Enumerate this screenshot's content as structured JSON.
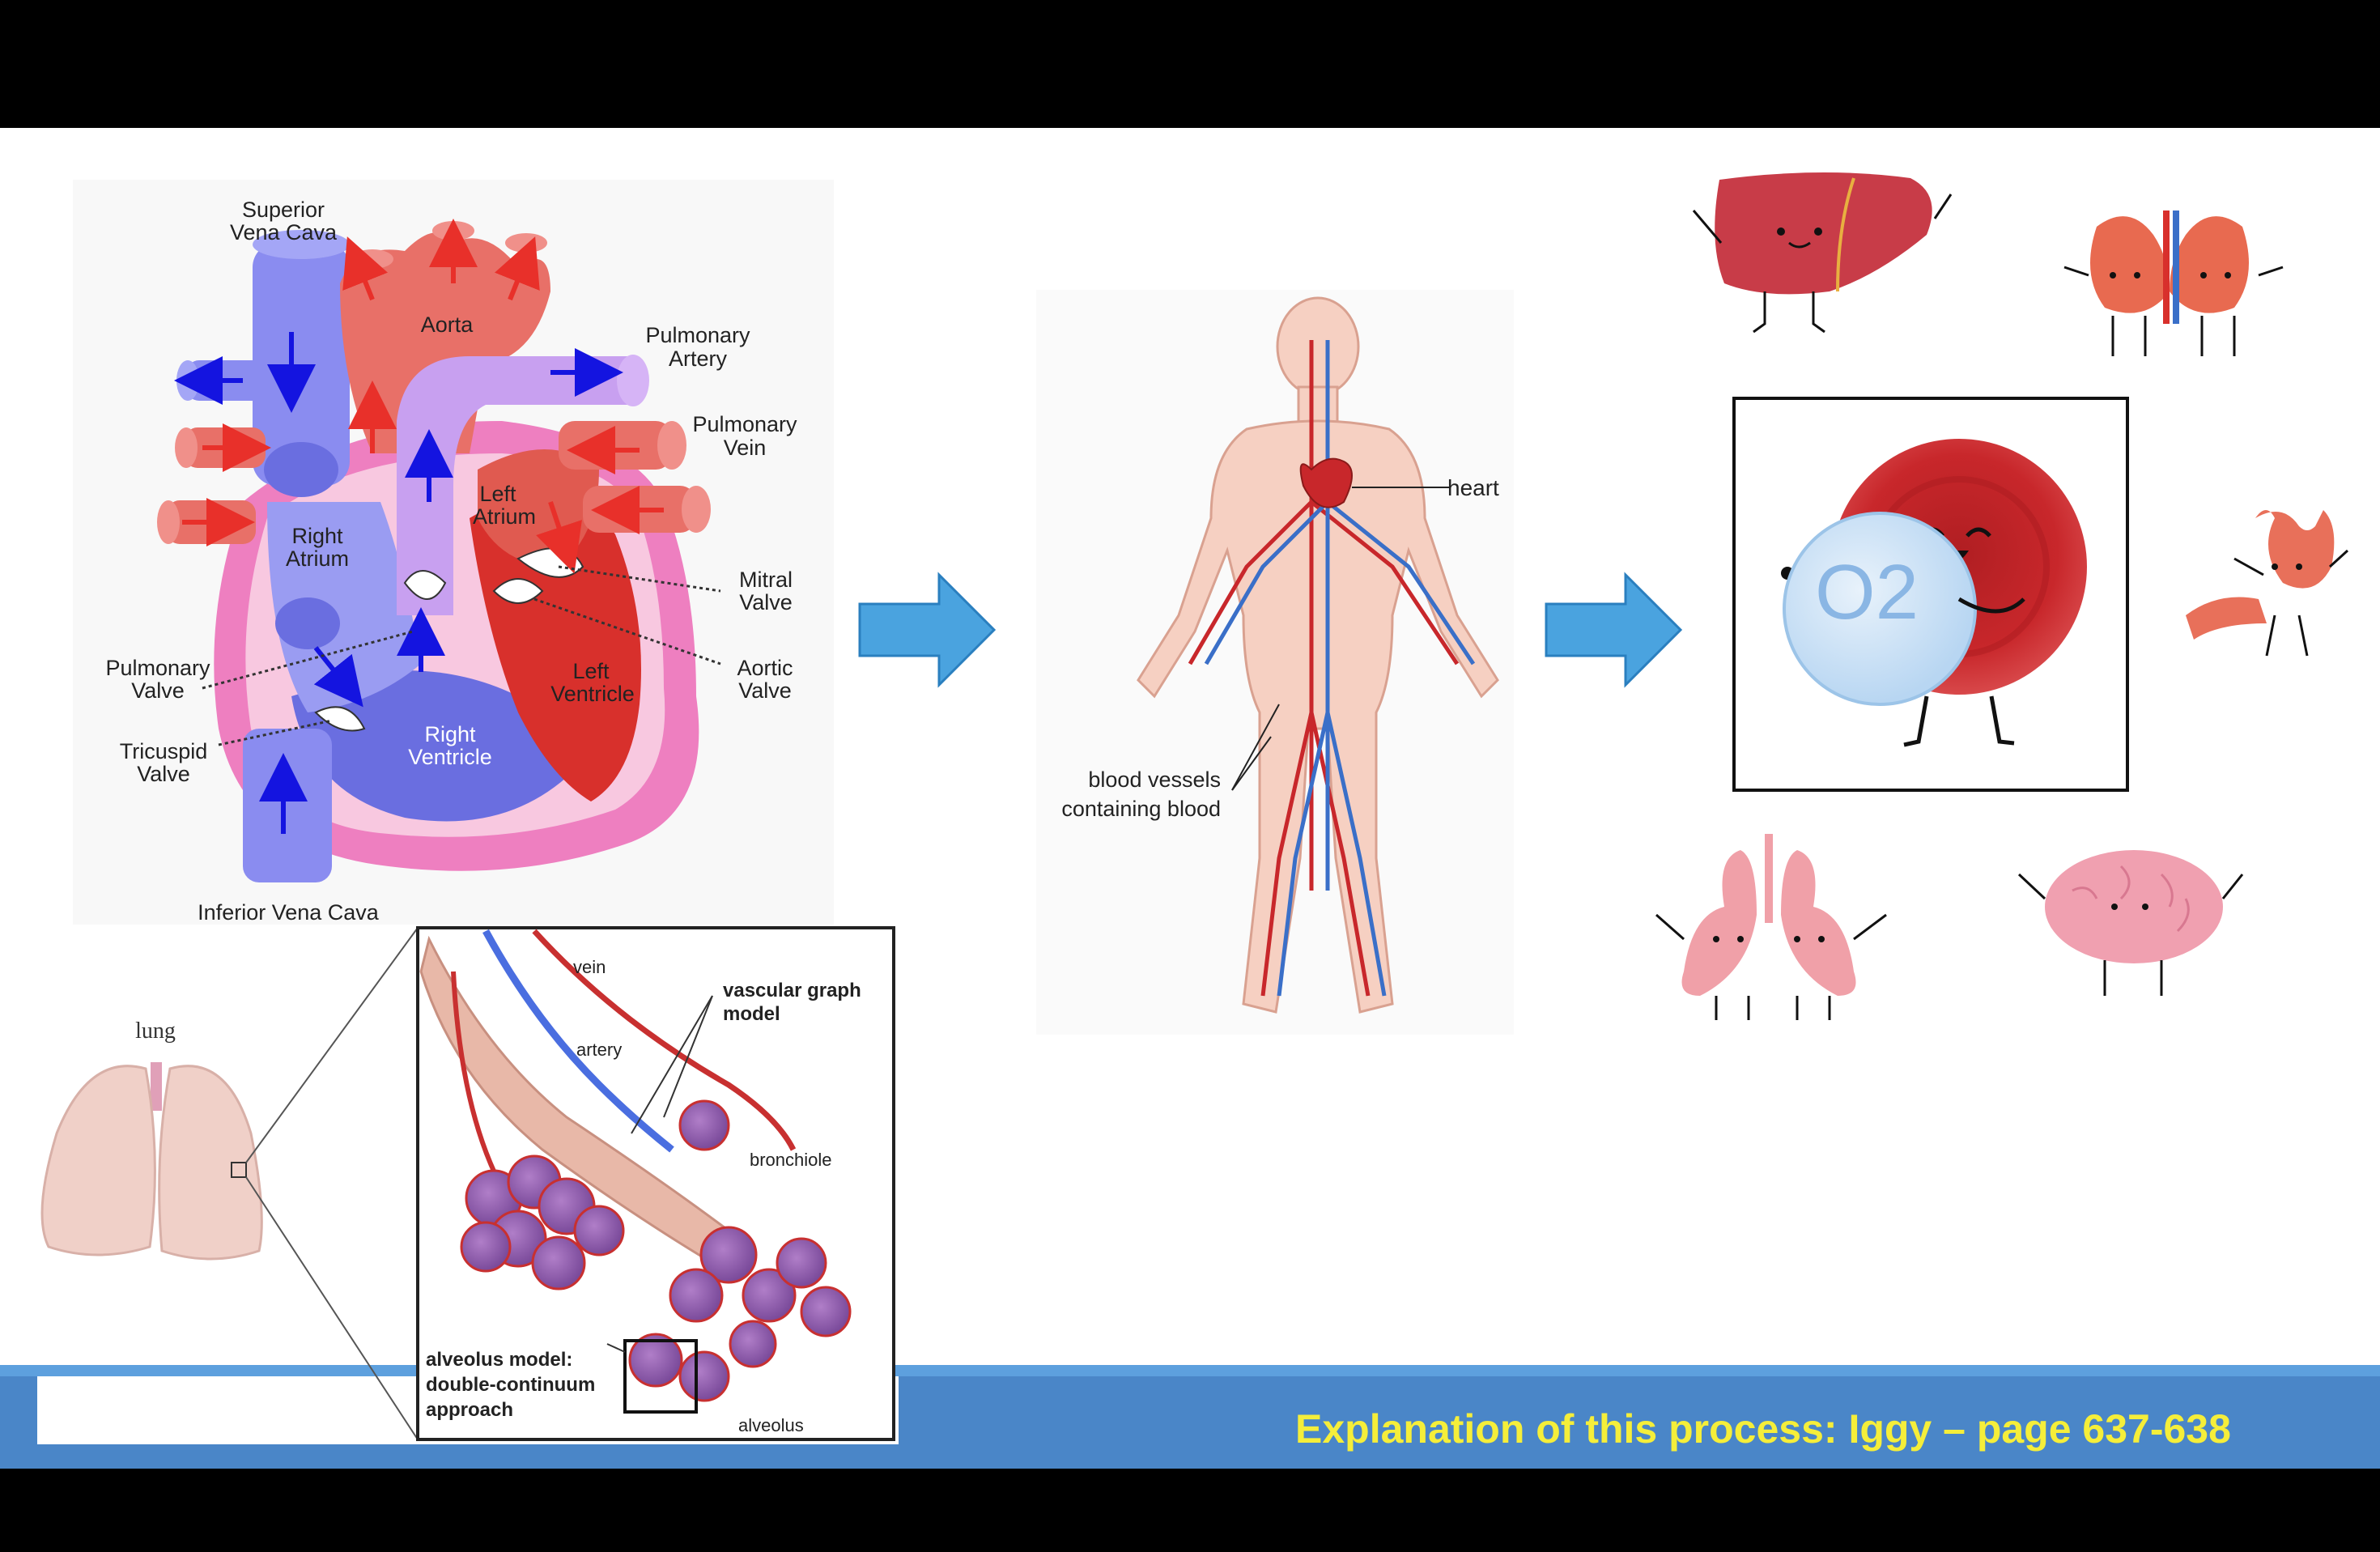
{
  "heart": {
    "labels": {
      "superior_vena_cava_1": "Superior",
      "superior_vena_cava_2": "Vena Cava",
      "aorta": "Aorta",
      "pulmonary_artery_1": "Pulmonary",
      "pulmonary_artery_2": "Artery",
      "pulmonary_vein_1": "Pulmonary",
      "pulmonary_vein_2": "Vein",
      "left_atrium_1": "Left",
      "left_atrium_2": "Atrium",
      "right_atrium_1": "Right",
      "right_atrium_2": "Atrium",
      "mitral_valve_1": "Mitral",
      "mitral_valve_2": "Valve",
      "aortic_valve_1": "Aortic",
      "aortic_valve_2": "Valve",
      "left_ventricle_1": "Left",
      "left_ventricle_2": "Ventricle",
      "pulmonary_valve_1": "Pulmonary",
      "pulmonary_valve_2": "Valve",
      "tricuspid_valve_1": "Tricuspid",
      "tricuspid_valve_2": "Valve",
      "right_ventricle_1": "Right",
      "right_ventricle_2": "Ventricle",
      "inferior_vena_cava": "Inferior Vena Cava"
    }
  },
  "lung": {
    "labels": {
      "lung": "lung",
      "vein": "vein",
      "artery": "artery",
      "vascular_graph_1": "vascular graph",
      "vascular_graph_2": "model",
      "bronchiole": "bronchiole",
      "alveolus_model_1": "alveolus model:",
      "alveolus_model_2": "double-continuum",
      "alveolus_model_3": "approach",
      "alveolus": "alveolus"
    }
  },
  "body": {
    "labels": {
      "heart": "heart",
      "vessels_1": "blood vessels",
      "vessels_2": "containing blood"
    }
  },
  "oxygen_label": "O2",
  "footer": {
    "text": "Explanation of this process: Iggy – page 637-638",
    "bar_color": "#4a86c8",
    "text_color": "#f5ee3a"
  },
  "colors": {
    "arrow": "#4aa3df",
    "deoxygenated": "#8a8cf0",
    "oxygenated": "#e05a50",
    "blood_cell": "#c8272b"
  }
}
